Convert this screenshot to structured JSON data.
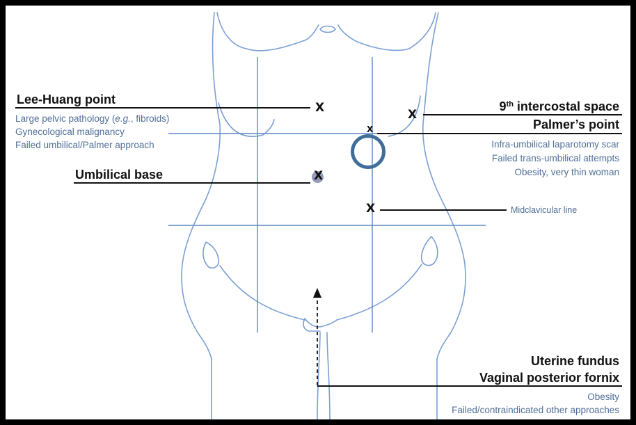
{
  "left_labels": {
    "lee_huang": {
      "title": "Lee-Huang point",
      "line1_pre": "Large pelvic pathology (",
      "line1_ital": "e.g.",
      "line1_post": ", fibroids)",
      "line2": "Gynecological malignancy",
      "line3": "Failed umbilical/Palmer approach"
    },
    "umbilical": {
      "title": "Umbilical base"
    }
  },
  "right_labels": {
    "intercostal": {
      "num": "9",
      "sup": "th",
      "rest": " intercostal space"
    },
    "palmer": {
      "title": "Palmer’s point",
      "line1": "Infra-umbilical laparotomy scar",
      "line2": "Failed trans-umbilical attempts",
      "line3": "Obesity, very thin woman"
    },
    "midclavicular": {
      "title": "Midclavicular line"
    },
    "uterine": {
      "title1": "Uterine fundus",
      "title2": "Vaginal posterior fornix",
      "line1": "Obesity",
      "line2": "Failed/contraindicated other approaches"
    }
  },
  "marks": {
    "x": "X"
  },
  "colors": {
    "body_outline": "#7a9fd4",
    "guide_line": "#5b86c4",
    "leader_line": "#111111",
    "subtext": "#4f6f98",
    "ring": "#3f6e9a",
    "frame": "#000000"
  }
}
